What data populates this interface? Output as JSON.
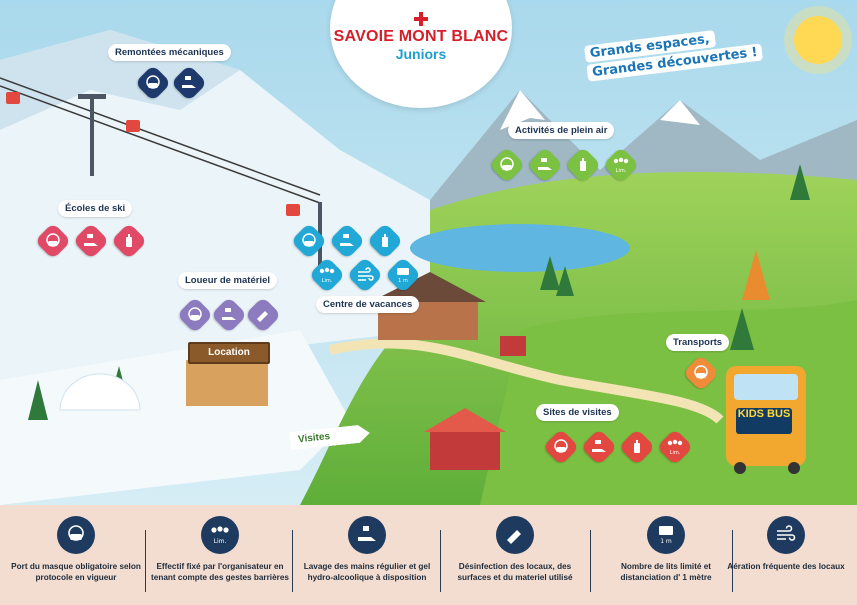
{
  "logo": {
    "brand": "SAVOIE MONT BLANC",
    "sub": "Juniors"
  },
  "slogan": {
    "line1": "Grands espaces,",
    "line2": "Grandes découvertes !"
  },
  "zones": {
    "remontees": "Remontées mécaniques",
    "ecoles": "Écoles de ski",
    "loueur": "Loueur de matériel",
    "activites": "Activités de plein air",
    "centre": "Centre de vacances",
    "transports": "Transports",
    "sites": "Sites de visites"
  },
  "signs": {
    "location": "Location",
    "visites": "Visites",
    "bus": "KIDS BUS"
  },
  "icon_labels": {
    "lim": "Lim.",
    "one_m": "1 m"
  },
  "colors": {
    "mask_badge": "#2aa9d9",
    "remontees_badge": "#1e3a6d",
    "ecoles_badge": "#e04a66",
    "loueur_badge": "#8d7bbf",
    "activites_badge": "#7cc242",
    "centre_badge": "#22a8d6",
    "transports_badge": "#f08b3a",
    "sites_badge": "#e2483f",
    "bottom_icon": "#1e3a5f"
  },
  "measures": [
    {
      "icon": "mask-icon",
      "text": "Port du masque obligatoire selon protocole en vigueur"
    },
    {
      "icon": "group-limit-icon",
      "text": "Effectif fixé par l'organisateur en tenant compte des gestes barrières"
    },
    {
      "icon": "hand-wash-icon",
      "text": "Lavage des mains régulier et gel hydro-alcoolique à disposition"
    },
    {
      "icon": "disinfection-icon",
      "text": "Désinfection des locaux, des surfaces et du materiel utilisé"
    },
    {
      "icon": "bed-distance-icon",
      "text": "Nombre de lits limité et distanciation d' 1 mètre"
    },
    {
      "icon": "ventilation-icon",
      "text": "Aération fréquente des locaux"
    }
  ]
}
